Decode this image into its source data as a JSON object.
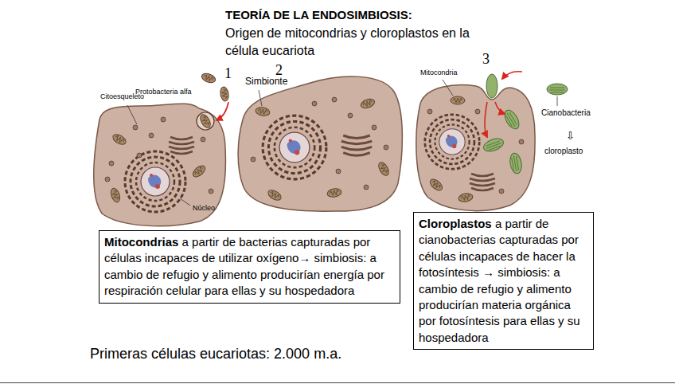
{
  "diagram": {
    "title": "TEORÍA DE LA ENDOSIMBIOSIS:",
    "nodes": [
      {
        "text": [
          "Mitocondrias",
          "a partir de bacterias capturadas por células incapaces de utilizar oxígeno→ simbiosis: a cambio de refugio y alimento producirían energía por respiración celular para ellas y su hospedadora"
        ]
      },
      {
        "text": [
          "Cloroplastos",
          "a partir de cianobacterias capturadas por células incapaces de hacer la fotosíntesis → simbiosis: a cambio de refugio y alimento producirían materia orgánica por fotosíntesis para ellas y su hospedadora"
        ]
      }
    ],
    "labels": [
      "Origen de mitocondrias y cloroplastos en la célula eucariota",
      "1",
      "2",
      "3",
      "Protobacteria alfa",
      "Citoesqueleto",
      "Núcleo",
      "Simbionte",
      "Mitocondria",
      "Cianobacteria",
      "⇩",
      "cloroplasto",
      "Primeras células eucariotas: 2.000 m.a."
    ]
  }
}
